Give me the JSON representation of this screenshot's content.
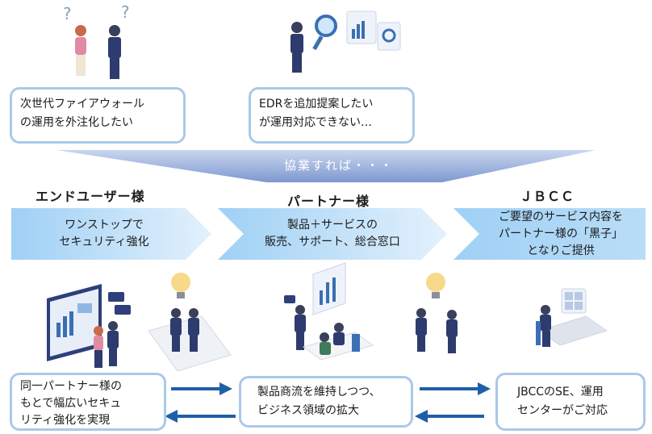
{
  "top_needs": {
    "left_line1": "次世代ファイアウォール",
    "left_line2": "の運用を外注化したい",
    "right_line1": "EDRを追加提案したい",
    "right_line2": "が運用対応できない…"
  },
  "banner": {
    "label": "協業すれば・・・"
  },
  "columns": [
    {
      "heading": "エンドユーザー様",
      "line1": "ワンストップで",
      "line2": "セキュリティ強化"
    },
    {
      "heading": "パートナー様",
      "line1": "製品＋サービスの",
      "line2": "販売、サポート、総合窓口"
    },
    {
      "heading": "ＪＢＣＣ",
      "line1": "ご要望のサービス内容を",
      "line2": "パートナー様の「黒子」",
      "line3": "となりご提供"
    }
  ],
  "bottom": {
    "left_line1": "同一パートナー様の",
    "left_line2": "もとで幅広いセキュ",
    "left_line3": "リティ強化を実現",
    "center_line1": "製品商流を維持しつつ、",
    "center_line2": "ビジネス領域の拡大",
    "right_line1": "JBCCのSE、運用",
    "right_line2": "センターがご対応"
  },
  "colors": {
    "accent": "#1f5fa8",
    "border": "#a9c9ea",
    "banner": "#8fa8d8"
  }
}
